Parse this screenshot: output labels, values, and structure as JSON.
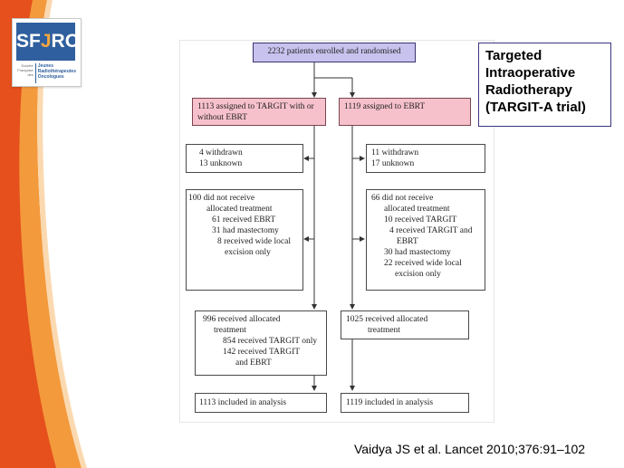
{
  "logo": {
    "brand_prefix": "SF",
    "brand_accent": "J",
    "brand_suffix": "RO",
    "left_lines": [
      "Société",
      "Française",
      "des"
    ],
    "right_lines": [
      "Jeunes",
      "Radiothérapeutes",
      "Oncologues"
    ]
  },
  "title": [
    "Targeted",
    "Intraoperative",
    "Radiotherapy",
    "(TARGIT-A trial)"
  ],
  "flowchart": {
    "enrolled": "2232 patients enrolled and randomised",
    "left": {
      "assigned": [
        "1113 assigned to TARGIT with or",
        "without EBRT"
      ],
      "withdrawn": [
        "4 withdrawn",
        "13 unknown"
      ],
      "not_received": [
        "100 did not receive",
        "allocated treatment",
        "61 received EBRT",
        "31 had mastectomy",
        "8 received wide local",
        "excision only"
      ],
      "received": [
        "996 received allocated",
        "treatment",
        "854 received TARGIT only",
        "142 received TARGIT",
        "and EBRT"
      ],
      "analysis": "1113 included in analysis"
    },
    "right": {
      "assigned": "1119 assigned to EBRT",
      "withdrawn": [
        "11 withdrawn",
        "17 unknown"
      ],
      "not_received": [
        "66 did not receive",
        "allocated treatment",
        "10 received TARGIT",
        "4 received TARGIT and",
        "EBRT",
        "30 had mastectomy",
        "22 received wide local",
        "excision only"
      ],
      "received": [
        "1025 received allocated",
        "treatment"
      ],
      "analysis": "1119 included in analysis"
    }
  },
  "citation": "Vaidya JS et al. Lancet 2010;376:91–102",
  "colors": {
    "orange_deep": "#e5501c",
    "orange_light": "#f39a3d",
    "box_purple": "#c8c2ee",
    "box_pink": "#f7c1cb",
    "logo_blue": "#2f5f9e"
  }
}
